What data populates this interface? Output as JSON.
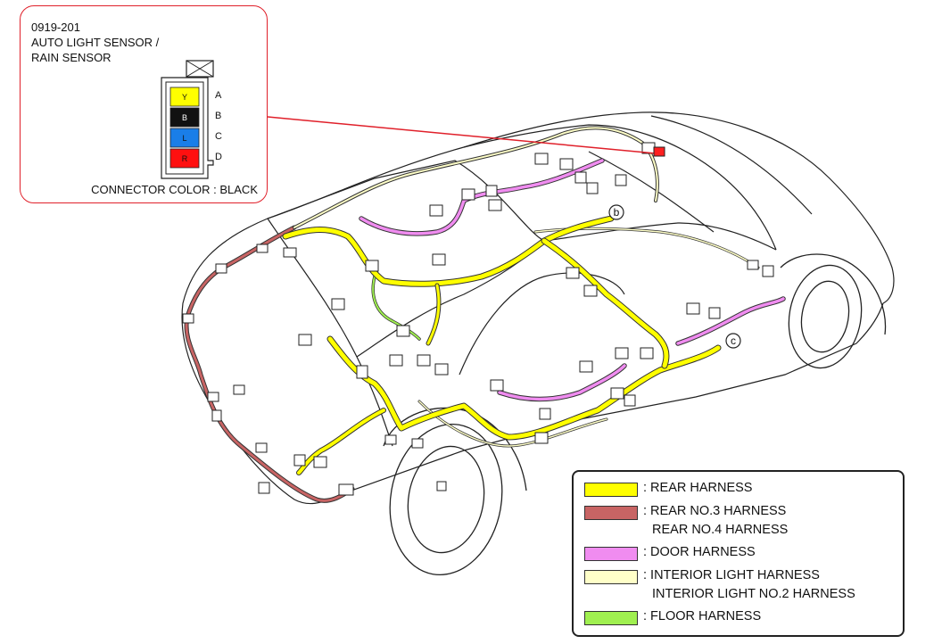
{
  "connector": {
    "code": "0919-201",
    "name_line1": "AUTO LIGHT SENSOR /",
    "name_line2": "RAIN SENSOR",
    "pins": [
      {
        "color_code": "Y",
        "pin": "A",
        "fill": "#ffff00"
      },
      {
        "color_code": "B",
        "pin": "B",
        "fill": "#111111"
      },
      {
        "color_code": "L",
        "pin": "C",
        "fill": "#1a7ee8"
      },
      {
        "color_code": "R",
        "pin": "D",
        "fill": "#ff1010"
      }
    ],
    "connector_color": "CONNECTOR COLOR : BLACK"
  },
  "markers": {
    "b": "b",
    "c": "c"
  },
  "legend": [
    {
      "color": "#ffff00",
      "lines": [
        ": REAR HARNESS"
      ]
    },
    {
      "color": "#c86464",
      "lines": [
        ": REAR NO.3 HARNESS",
        "REAR NO.4 HARNESS"
      ]
    },
    {
      "color": "#f08cf0",
      "lines": [
        ": DOOR HARNESS"
      ]
    },
    {
      "color": "#ffffc8",
      "lines": [
        ": INTERIOR LIGHT HARNESS",
        "INTERIOR LIGHT NO.2 HARNESS"
      ]
    },
    {
      "color": "#a0f050",
      "lines": [
        ": FLOOR HARNESS"
      ]
    }
  ],
  "colors": {
    "callout_border": "#e0202a",
    "leader_line": "#e0202a",
    "car_outline": "#222222",
    "harness_edge": "#333333"
  }
}
